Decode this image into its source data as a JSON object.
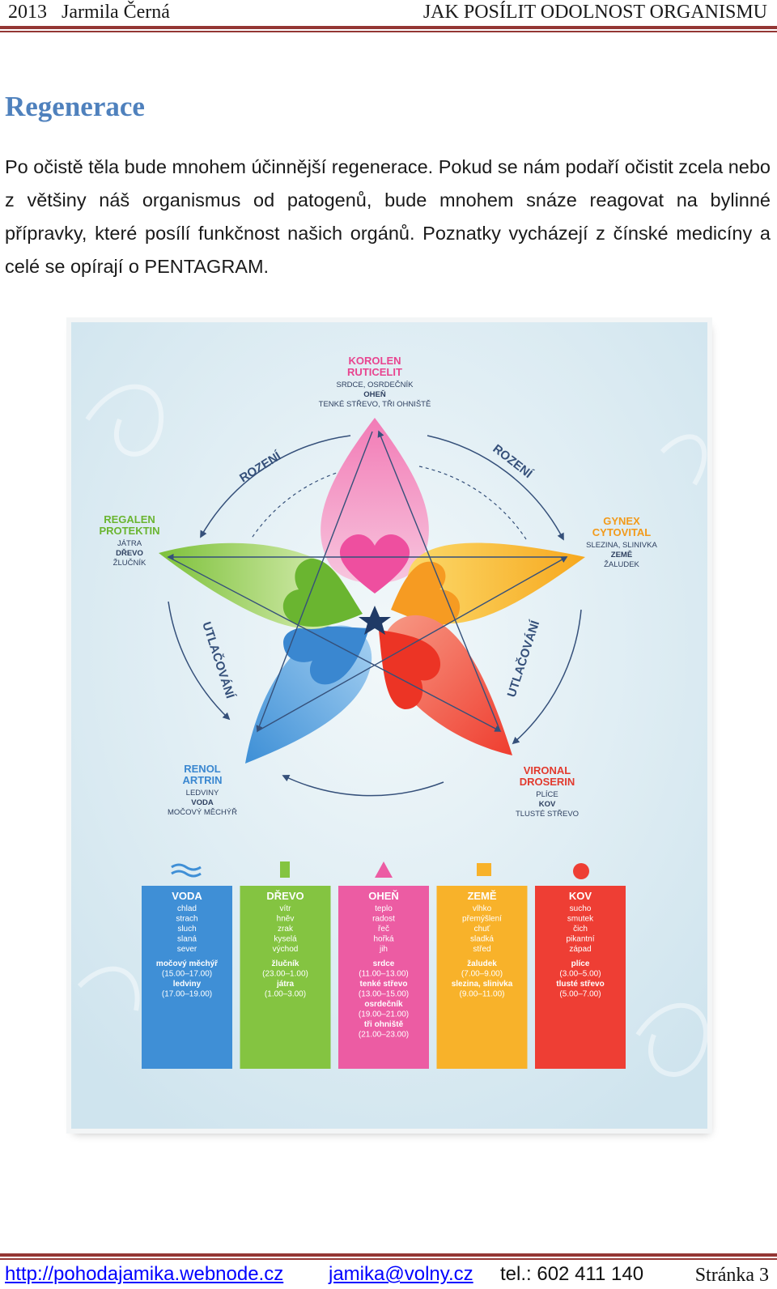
{
  "header": {
    "year": "2013",
    "author": "Jarmila Černá",
    "title": "JAK POSÍLIT ODOLNOST ORGANISMU"
  },
  "heading": "Regenerace",
  "paragraph": "Po očistě těla bude mnohem účinnější regenerace. Pokud se nám podaří očistit zcela nebo z většiny náš organismus od patogenů, bude mnohem snáze reagovat na bylinné přípravky, které posílí funkčnost našich orgánů. Poznatky vycházejí z čínské medicíny a celé se opírají o PENTAGRAM.",
  "poster": {
    "cycle_labels": {
      "top_left": "ROZENÍ",
      "top_right": "ROZENÍ",
      "left": "UTLAČOVÁNÍ",
      "right": "UTLAČOVÁNÍ"
    },
    "elements": {
      "fire": {
        "products": [
          "KOROLEN",
          "RUTICELIT"
        ],
        "organs": [
          "SRDCE, OSRDEČNÍK",
          "OHEŇ",
          "TENKÉ STŘEVO, TŘI OHNIŠTĚ"
        ]
      },
      "wood": {
        "products": [
          "REGALEN",
          "PROTEKTIN"
        ],
        "organs": [
          "JÁTRA",
          "DŘEVO",
          "ŽLUČNÍK"
        ]
      },
      "earth": {
        "products": [
          "GYNEX",
          "CYTOVITAL"
        ],
        "organs": [
          "SLEZINA, SLINIVKA",
          "ZEMĚ",
          "ŽALUDEK"
        ]
      },
      "water": {
        "products": [
          "RENOL",
          "ARTRIN"
        ],
        "organs": [
          "LEDVINY",
          "VODA",
          "MOČOVÝ MĚCHÝŘ"
        ]
      },
      "metal": {
        "products": [
          "VIRONAL",
          "DROSERIN"
        ],
        "organs": [
          "PLÍCE",
          "KOV",
          "TLUSTÉ STŘEVO"
        ]
      }
    },
    "table": [
      {
        "name": "VODA",
        "color": "#3f8fd6",
        "symbol": "waves",
        "attrs": [
          "chlad",
          "strach",
          "sluch",
          "slaná",
          "sever"
        ],
        "times": [
          "močový měchýř",
          "(15.00–17.00)",
          "ledviny",
          "(17.00–19.00)"
        ]
      },
      {
        "name": "DŘEVO",
        "color": "#84c441",
        "symbol": "bar",
        "attrs": [
          "vítr",
          "hněv",
          "zrak",
          "kyselá",
          "východ"
        ],
        "times": [
          "žlučník",
          "(23.00–1.00)",
          "játra",
          "(1.00–3.00)"
        ]
      },
      {
        "name": "OHEŇ",
        "color": "#ec5ca3",
        "symbol": "triangle",
        "attrs": [
          "teplo",
          "radost",
          "řeč",
          "hořká",
          "jih"
        ],
        "times": [
          "srdce",
          "(11.00–13.00)",
          "tenké střevo",
          "(13.00–15.00)",
          "osrdečník",
          "(19.00–21.00)",
          "tři ohniště",
          "(21.00–23.00)"
        ]
      },
      {
        "name": "ZEMĚ",
        "color": "#f8b22a",
        "symbol": "square",
        "attrs": [
          "vlhko",
          "přemýšlení",
          "chuť",
          "sladká",
          "střed"
        ],
        "times": [
          "žaludek",
          "(7.00–9.00)",
          "slezina, slinivka",
          "(9.00–11.00)"
        ]
      },
      {
        "name": "KOV",
        "color": "#ee3e34",
        "symbol": "circle",
        "attrs": [
          "sucho",
          "smutek",
          "čich",
          "pikantní",
          "západ"
        ],
        "times": [
          "plíce",
          "(3.00–5.00)",
          "tlusté střevo",
          "(5.00–7.00)"
        ]
      }
    ]
  },
  "footer": {
    "url": "http://pohodajamika.webnode.cz",
    "email": "jamika@volny.cz",
    "tel": "tel.: 602 411 140",
    "page": "Stránka 3"
  }
}
